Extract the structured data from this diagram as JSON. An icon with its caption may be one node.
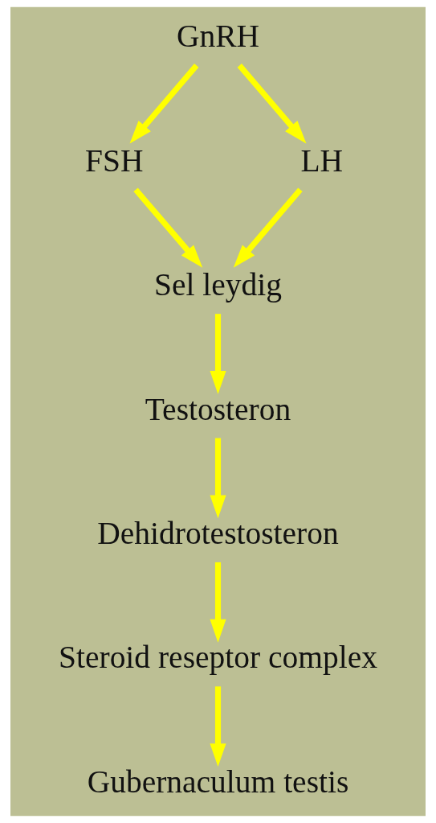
{
  "diagram": {
    "nodes": [
      {
        "text": [
          "GnRH"
        ]
      },
      {
        "text": [
          "FSH"
        ]
      },
      {
        "text": [
          "LH"
        ]
      },
      {
        "text": [
          "Sel leydig"
        ]
      },
      {
        "text": [
          "Testosteron"
        ]
      },
      {
        "text": [
          "Dehidrotestosteron"
        ]
      },
      {
        "text": [
          "Steroid reseptor complex"
        ]
      },
      {
        "text": [
          "Gubernaculum testis"
        ]
      }
    ],
    "edges": [
      {
        "from": 0,
        "to": 1,
        "arrow": "to"
      },
      {
        "from": 0,
        "to": 2,
        "arrow": "to"
      },
      {
        "from": 1,
        "to": 3,
        "arrow": "to"
      },
      {
        "from": 2,
        "to": 3,
        "arrow": "to"
      },
      {
        "from": 3,
        "to": 4,
        "arrow": "to"
      },
      {
        "from": 4,
        "to": 5,
        "arrow": "to"
      },
      {
        "from": 5,
        "to": 6,
        "arrow": "to"
      },
      {
        "from": 6,
        "to": 7,
        "arrow": "to"
      }
    ]
  }
}
